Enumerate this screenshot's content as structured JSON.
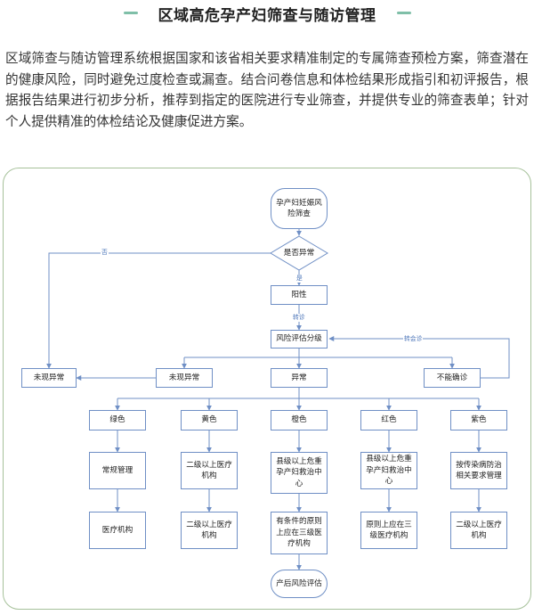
{
  "title": "区域高危孕产妇筛查与随访管理",
  "description": "区域筛查与随访管理系统根据国家和该省相关要求精准制定的专属筛查预检方案，筛查潜在的健康风险，同时避免过度检查或漏查。结合问卷信息和体检结果形成指引和初评报告，根据报告结果进行初步分析，推荐到指定的医院进行专业筛查，并提供专业的筛查表单；针对个人提供精准的体检结论及健康促进方案。",
  "flowchart": {
    "start": "孕产妇妊娠风险筛查",
    "decision": "是否异常",
    "edge_no": "否",
    "edge_yes": "是",
    "positive": "阳性",
    "edge_referral": "转诊",
    "assessment": "风险评估分级",
    "edge_transfer": "转会诊",
    "no_abnormal_left": "未现异常",
    "no_abnormal_mid": "未现异常",
    "abnormal": "异常",
    "cannot_confirm": "不能确诊",
    "colors": {
      "green": {
        "label": "绿色",
        "step1": "常规管理",
        "step2": "医疗机构"
      },
      "yellow": {
        "label": "黄色",
        "step1": "二级以上医疗机构",
        "step2": "二级以上医疗机构"
      },
      "orange": {
        "label": "橙色",
        "step1": "县级以上危重孕产妇救治中心",
        "step2": "有条件的原则上应在三级医疗机构"
      },
      "red": {
        "label": "红色",
        "step1": "县级以上危重孕产妇救治中心",
        "step2": "原则上应在三级医疗机构"
      },
      "purple": {
        "label": "紫色",
        "step1": "按传染病防治相关要求管理",
        "step2": "二级以上医疗机构"
      }
    },
    "postpartum": "产后风险评估"
  },
  "style": {
    "node_border": "#6f8fc5",
    "arrow": "#6f8fc5",
    "frame_border": "#a6c19a",
    "title_dash": "#7fbfa8"
  }
}
